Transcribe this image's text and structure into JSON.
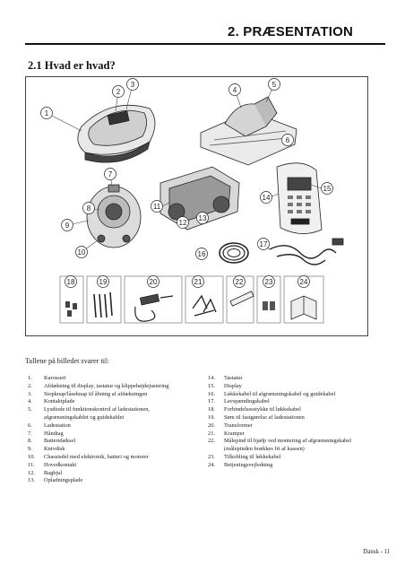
{
  "header": {
    "title": "2. PRÆSENTATION"
  },
  "section": {
    "title": "2.1 Hvad er hvad?"
  },
  "figure": {
    "callouts": [
      "1",
      "2",
      "3",
      "4",
      "5",
      "6",
      "7",
      "8",
      "9",
      "10",
      "11",
      "12",
      "13",
      "14",
      "15",
      "16",
      "17",
      "18",
      "19",
      "20",
      "21",
      "22",
      "23",
      "24"
    ]
  },
  "intro": "Tallene på billedet svarer til:",
  "legend_left": [
    {
      "n": "1.",
      "t": "Karosseri"
    },
    {
      "n": "2.",
      "t": "Afdækning til display, tastatur og klippehøjdejustering"
    },
    {
      "n": "3.",
      "t": "Stopknap/låseknap til åbning af afdækningen"
    },
    {
      "n": "4.",
      "t": "Kontaktplade"
    },
    {
      "n": "5.",
      "t": "Lysdiode til funktionskontrol af ladestationen, afgrænsningskablet og guidekablet"
    },
    {
      "n": "6.",
      "t": "Ladestation"
    },
    {
      "n": "7.",
      "t": "Håndtag"
    },
    {
      "n": "8.",
      "t": "Batteridæksel"
    },
    {
      "n": "9.",
      "t": "Knivdisk"
    },
    {
      "n": "10.",
      "t": "Chassisdel med elektronik, batteri og motorer"
    },
    {
      "n": "11.",
      "t": "Hovedkontakt"
    },
    {
      "n": "12.",
      "t": "Baghjul"
    },
    {
      "n": "13.",
      "t": "Opladningsplade"
    }
  ],
  "legend_right": [
    {
      "n": "14.",
      "t": "Tastatur"
    },
    {
      "n": "15.",
      "t": "Display"
    },
    {
      "n": "16.",
      "t": "Løkkekabel til afgrænsningskabel og guidekabel"
    },
    {
      "n": "17.",
      "t": "Lavspændingskabel"
    },
    {
      "n": "18.",
      "t": "Forbindelsesstykke til løkkekabel"
    },
    {
      "n": "19.",
      "t": "Søm til fastgørelse af ladestationen"
    },
    {
      "n": "20.",
      "t": "Transformer"
    },
    {
      "n": "21.",
      "t": "Kramper"
    },
    {
      "n": "22.",
      "t": "Målepind til hjælp ved montering af afgrænsningskabel (målepinden brækkes fri af kassen)"
    },
    {
      "n": "23.",
      "t": "Tilkobling til løkkekabel"
    },
    {
      "n": "24.",
      "t": "Betjeningsvejledning"
    }
  ],
  "footer": {
    "page": "Dansk - 11"
  }
}
